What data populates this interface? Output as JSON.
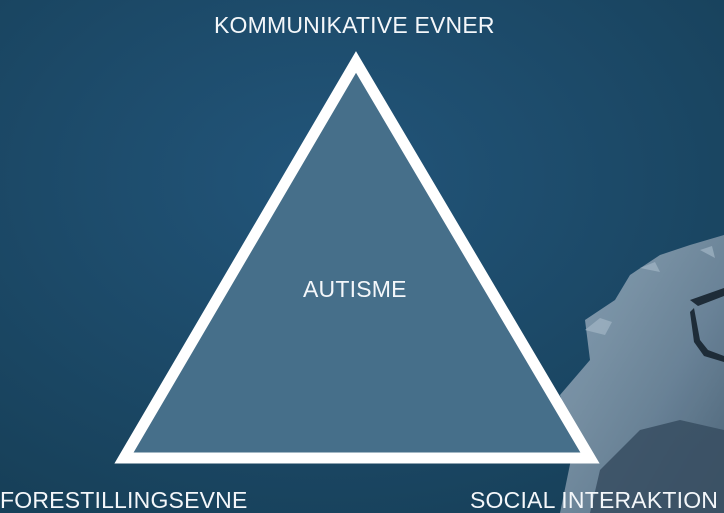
{
  "labels": {
    "top": "KOMMUNIKATIVE EVNER",
    "center": "AUTISME",
    "bottom_left": "FORESTILLINGSEVNE",
    "bottom_right": "SOCIAL INTERAKTION"
  },
  "colors": {
    "background": "#1d4a67",
    "triangle_fill": "#466f8a",
    "triangle_stroke": "#ffffff",
    "text": "#f4f7fa"
  }
}
